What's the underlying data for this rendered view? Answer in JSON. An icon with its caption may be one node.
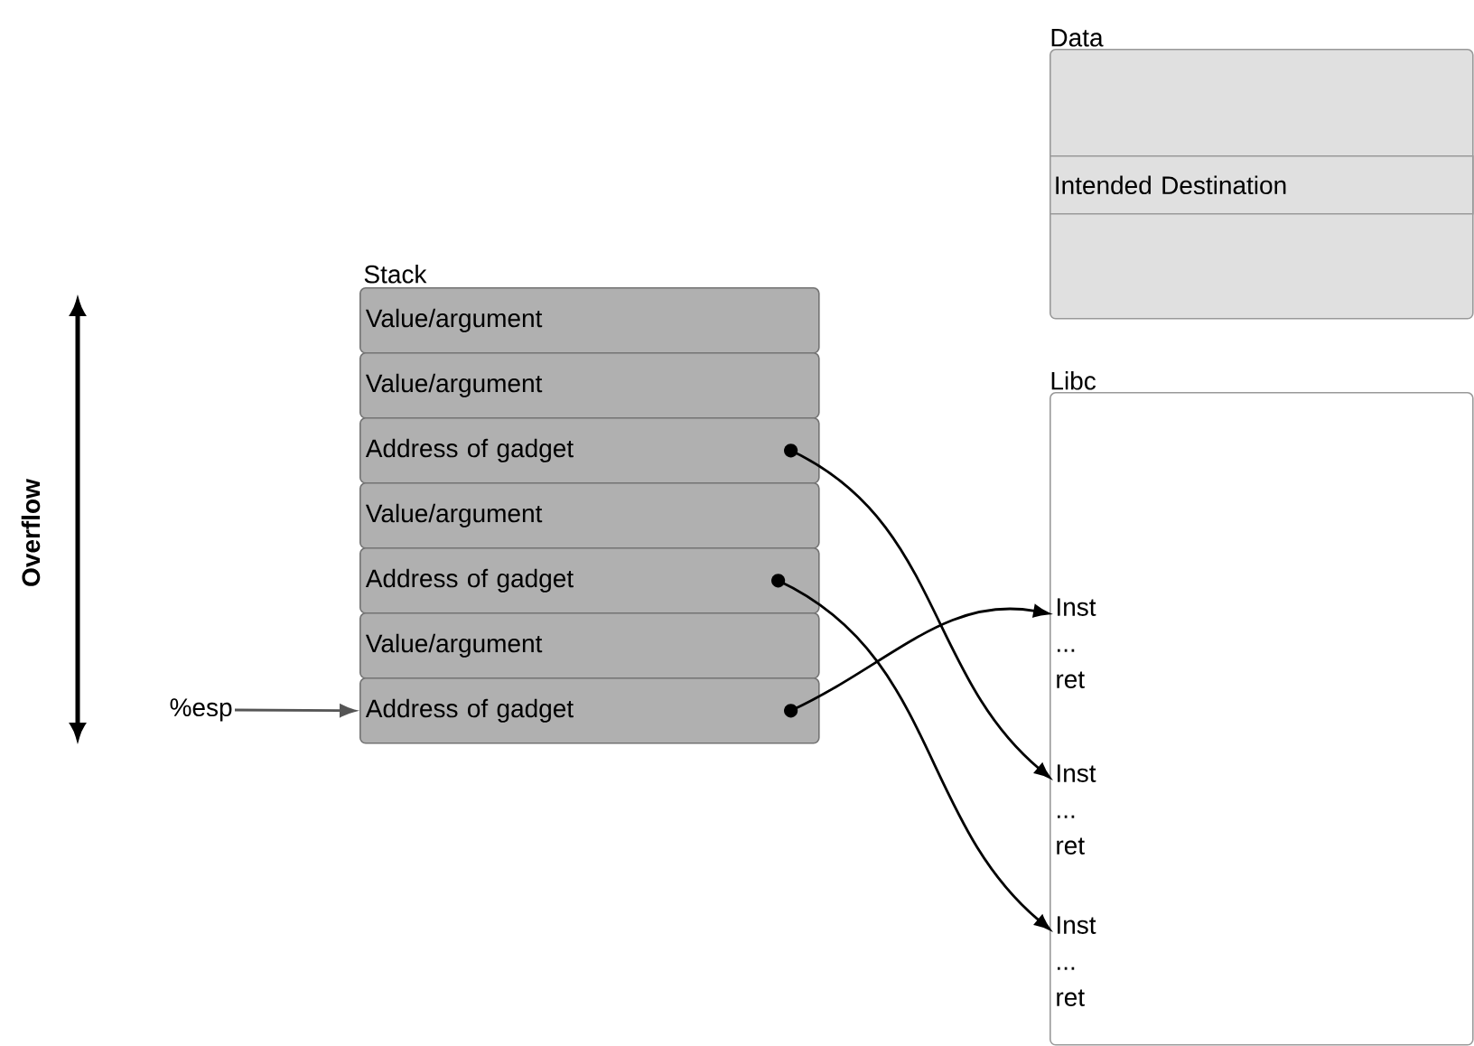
{
  "diagram": {
    "nodes": [
      {
        "text": [
          "Value/argument"
        ]
      },
      {
        "text": [
          "Value/argument"
        ]
      },
      {
        "text": [
          "Address of gadget"
        ]
      },
      {
        "text": [
          "Value/argument"
        ]
      },
      {
        "text": [
          "Address of gadget"
        ]
      },
      {
        "text": [
          "Value/argument"
        ]
      },
      {
        "text": [
          "Address of gadget"
        ]
      },
      {
        "text": [
          "%esp"
        ]
      },
      {
        "text": [
          "Data"
        ]
      },
      {
        "text": [
          "Intended Destination"
        ],
        "in": 8
      },
      {
        "text": [
          "Libc"
        ]
      },
      {
        "text": [
          "Inst ... ret"
        ],
        "in": 10
      },
      {
        "text": [
          "Inst ... ret"
        ],
        "in": 10
      },
      {
        "text": [
          "Inst ... ret"
        ],
        "in": 10
      }
    ],
    "edges": [
      {
        "from": 7,
        "to": 6,
        "arrow": "to",
        "color": "#555555"
      },
      {
        "from": 6,
        "to": 11,
        "arrow": "to"
      },
      {
        "from": 2,
        "to": 12,
        "arrow": "to"
      },
      {
        "from": 4,
        "to": 13,
        "arrow": "to"
      }
    ],
    "labels": [
      "Overflow",
      "Stack"
    ]
  }
}
